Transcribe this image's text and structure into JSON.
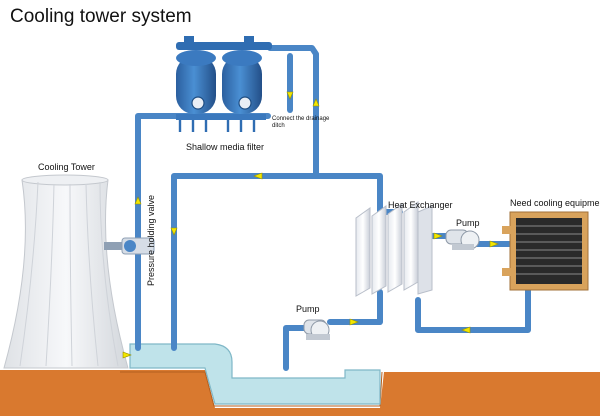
{
  "title": "Cooling tower system",
  "labels": {
    "cooling_tower": "Cooling Tower",
    "pressure_valve": "Pressure holding valve",
    "shallow_filter": "Shallow media filter",
    "drainage": "Connect the drainage ditch",
    "heat_exchanger": "Heat Exchanger",
    "pump_top": "Pump",
    "pump_bottom": "Pump",
    "equipment": "Need cooling equipment"
  },
  "colors": {
    "pipe": "#4a86c6",
    "arrow": "#f2e600",
    "ground": "#d9792f",
    "water": "#bfe3ea",
    "filter": "#2f6db2"
  }
}
